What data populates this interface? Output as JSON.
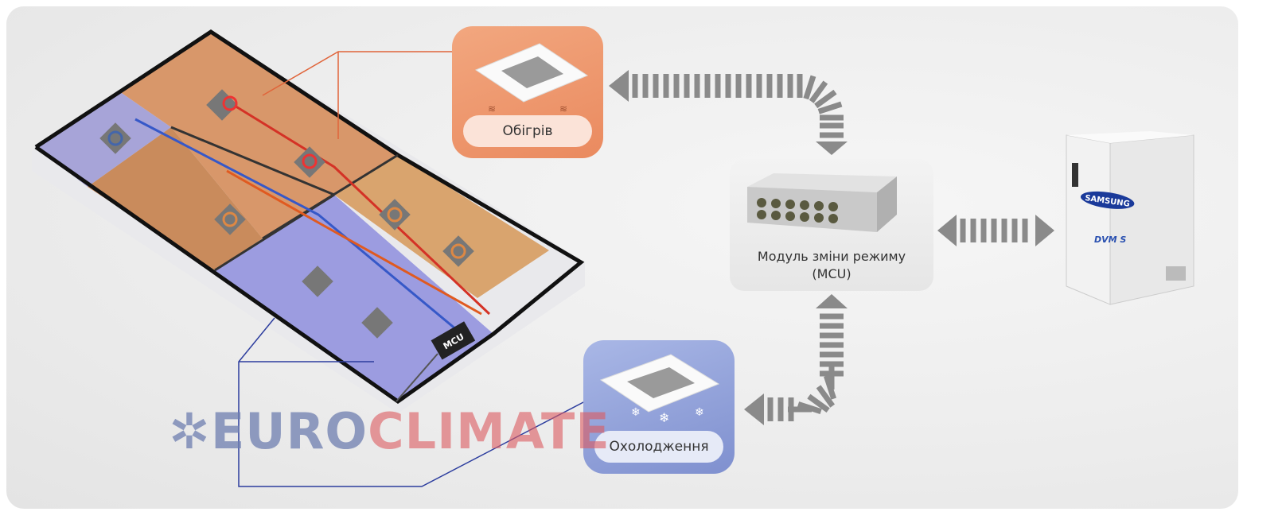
{
  "heating": {
    "label": "Обігрів",
    "color": "#ea8a5f"
  },
  "cooling": {
    "label": "Охолодження",
    "color": "#8293d0"
  },
  "mcu": {
    "line1": "Модуль зміни режиму",
    "line2": "(MCU)",
    "box_label": "MCU"
  },
  "outdoor_unit": {
    "brand": "SAMSUNG",
    "series": "DVM S"
  },
  "watermark": {
    "part1": "EURO",
    "part2": "CLIMATE"
  }
}
